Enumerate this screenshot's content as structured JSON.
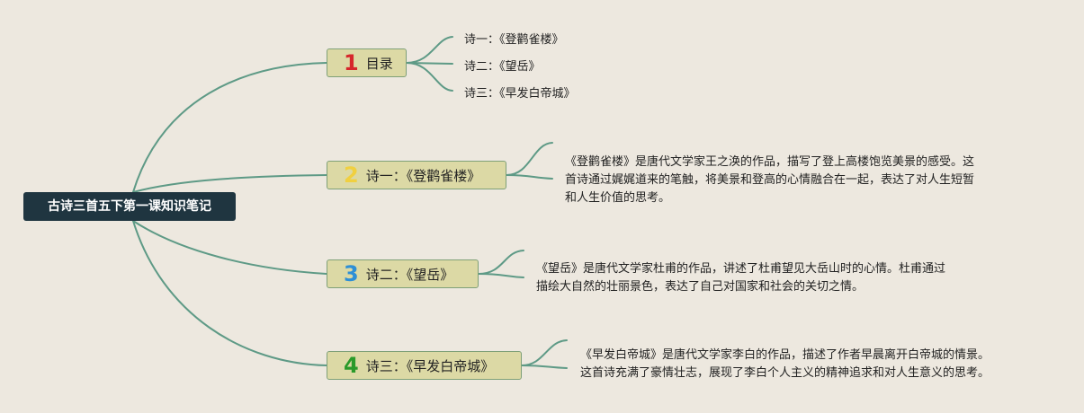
{
  "root": {
    "label": "古诗三首五下第一课知识笔记"
  },
  "branches": [
    {
      "number": "1",
      "number_color": "#d6262b",
      "label": "目录",
      "children": [
        "诗一：《登鹳雀楼》",
        "诗二：《望岳》",
        "诗三：《早发白帝城》"
      ]
    },
    {
      "number": "2",
      "number_color": "#f0d040",
      "label": "诗一：《登鹳雀楼》",
      "description_lines": [
        "《登鹳雀楼》是唐代文学家王之涣的作品，描写了登上高楼饱览美景的感受。这",
        "首诗通过娓娓道来的笔触，将美景和登高的心情融合在一起，表达了对人生短暂",
        "和人生价值的思考。"
      ]
    },
    {
      "number": "3",
      "number_color": "#2e8fd6",
      "label": "诗二：《望岳》",
      "description_lines": [
        "《望岳》是唐代文学家杜甫的作品，讲述了杜甫望见大岳山时的心情。杜甫通过",
        "描绘大自然的壮丽景色，表达了自己对国家和社会的关切之情。"
      ]
    },
    {
      "number": "4",
      "number_color": "#2a9a2a",
      "label": "诗三：《早发白帝城》",
      "description_lines": [
        "《早发白帝城》是唐代文学家李白的作品，描述了作者早晨离开白帝城的情景。",
        "这首诗充满了豪情壮志，展现了李白个人主义的精神追求和对人生意义的思考。"
      ]
    }
  ],
  "colors": {
    "background": "#ede8df",
    "root_fill": "#1f3540",
    "branch_fill": "#dcd9a5",
    "branch_border": "#7fa078",
    "connector": "#5e9a86"
  }
}
